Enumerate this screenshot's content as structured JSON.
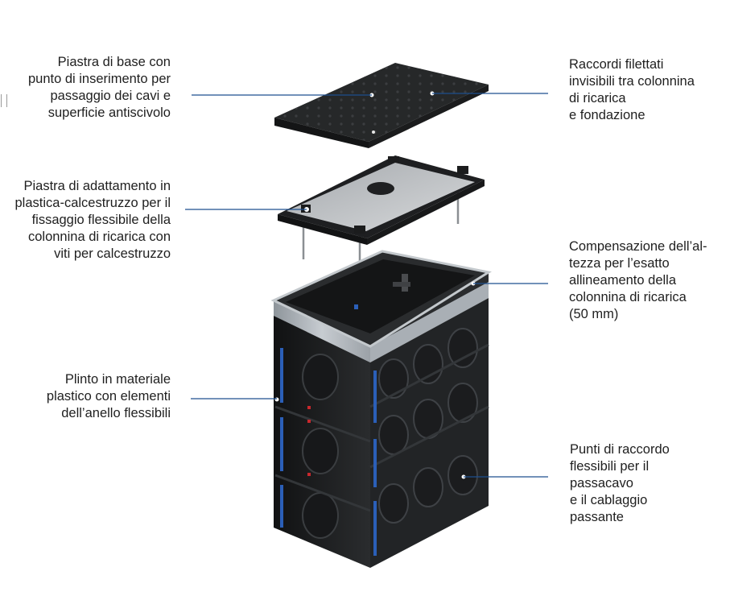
{
  "diagram": {
    "labels": {
      "base_plate": "Piastra di base con\npunto di inserimento per\npassaggio dei cavi e\nsuperficie antiscivolo",
      "adapter_plate": "Piastra di adattamento in\nplastica-calcestruzzo per il\nfissaggio flessibile della\ncolonnina di ricarica con\nviti per calcestruzzo",
      "plinth": "Plinto in materiale\nplastico con elementi\ndell’anello flessibili",
      "threaded_fittings": "Raccordi filettati\ninvisibili tra colonnina\ndi ricarica\ne fondazione",
      "height_compensation": "Compensazione dell’al-\ntezza per l’esatto\nallineamento della\ncolonnina di ricarica\n(50 mm)",
      "connection_points": "Punti di raccordo\nflessibili per il\npassacavo\ne il cablaggio\npassante"
    },
    "colors": {
      "leader_line": "#1d4f8f",
      "plastic_dark": "#202224",
      "steel": "#b9bec3",
      "accent_blue": "#2b5fb8",
      "accent_red": "#c8282d"
    }
  }
}
